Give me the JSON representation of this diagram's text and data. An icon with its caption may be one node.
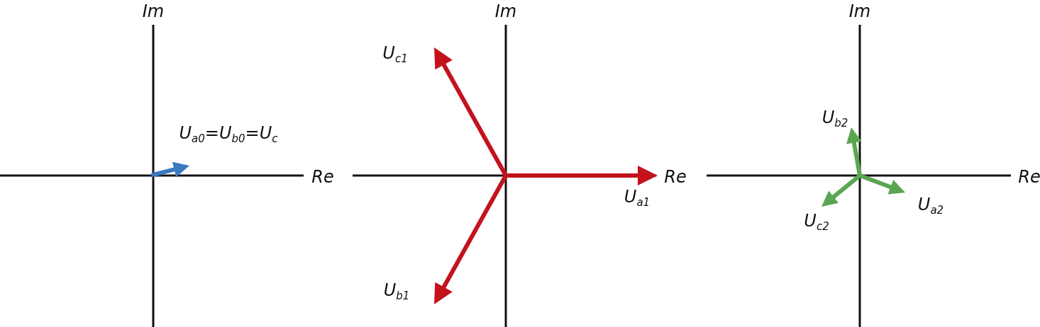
{
  "diagram": {
    "labels": [
      "Im",
      "U$_{a0}$=U$_{b0}$=U$_{c}$",
      "Re",
      "Im",
      "U$_{c1}$",
      "Re",
      "U$_{a1}$",
      "U$_{b1}$",
      "Im",
      "U$_{b2}$",
      "Re",
      "U$_{a2}$",
      "U$_{c2}$"
    ]
  }
}
